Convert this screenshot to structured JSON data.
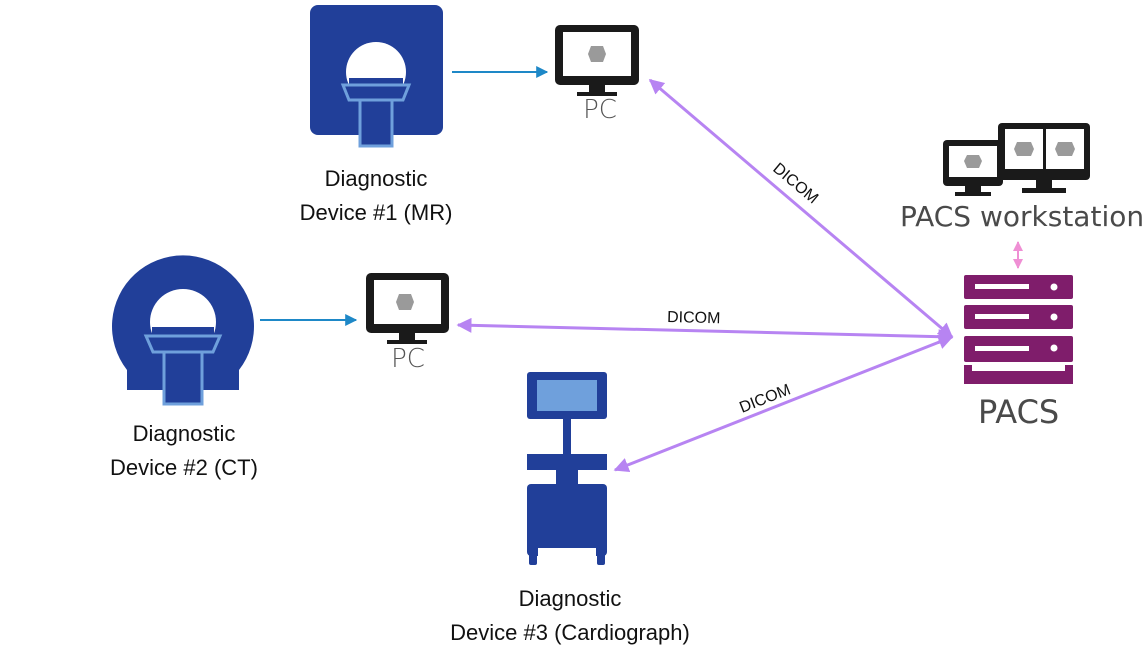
{
  "devices": [
    {
      "line1": "Diagnostic",
      "line2": "Device #1 (MR)"
    },
    {
      "line1": "Diagnostic",
      "line2": "Device #2 (CT)"
    },
    {
      "line1": "Diagnostic",
      "line2": "Device #3 (Cardiograph)"
    }
  ],
  "pc_labels": [
    "PC",
    "PC"
  ],
  "pacs": {
    "server_label": "PACS",
    "workstation_label": "PACS workstation"
  },
  "connections": [
    {
      "from": "Diagnostic Device #1 (MR)",
      "to": "PC"
    },
    {
      "from": "Diagnostic Device #2 (CT)",
      "to": "PC"
    },
    {
      "from": "PACS",
      "to": "PC",
      "label": "DICOM"
    },
    {
      "from": "PACS",
      "to": "PC",
      "label": "DICOM"
    },
    {
      "from": "PACS",
      "to": "Diagnostic Device #3 (Cardiograph)",
      "label": "DICOM"
    },
    {
      "from": "PACS",
      "to": "PACS workstation"
    }
  ],
  "colors": {
    "device_blue": "#213f99",
    "screen_light": "#6fa0dc",
    "pacs_purple": "#7f1d6b",
    "dicom_arrow": "#b784f2",
    "device_arrow": "#1e88c7",
    "monitor_black": "#1a1a1a"
  }
}
